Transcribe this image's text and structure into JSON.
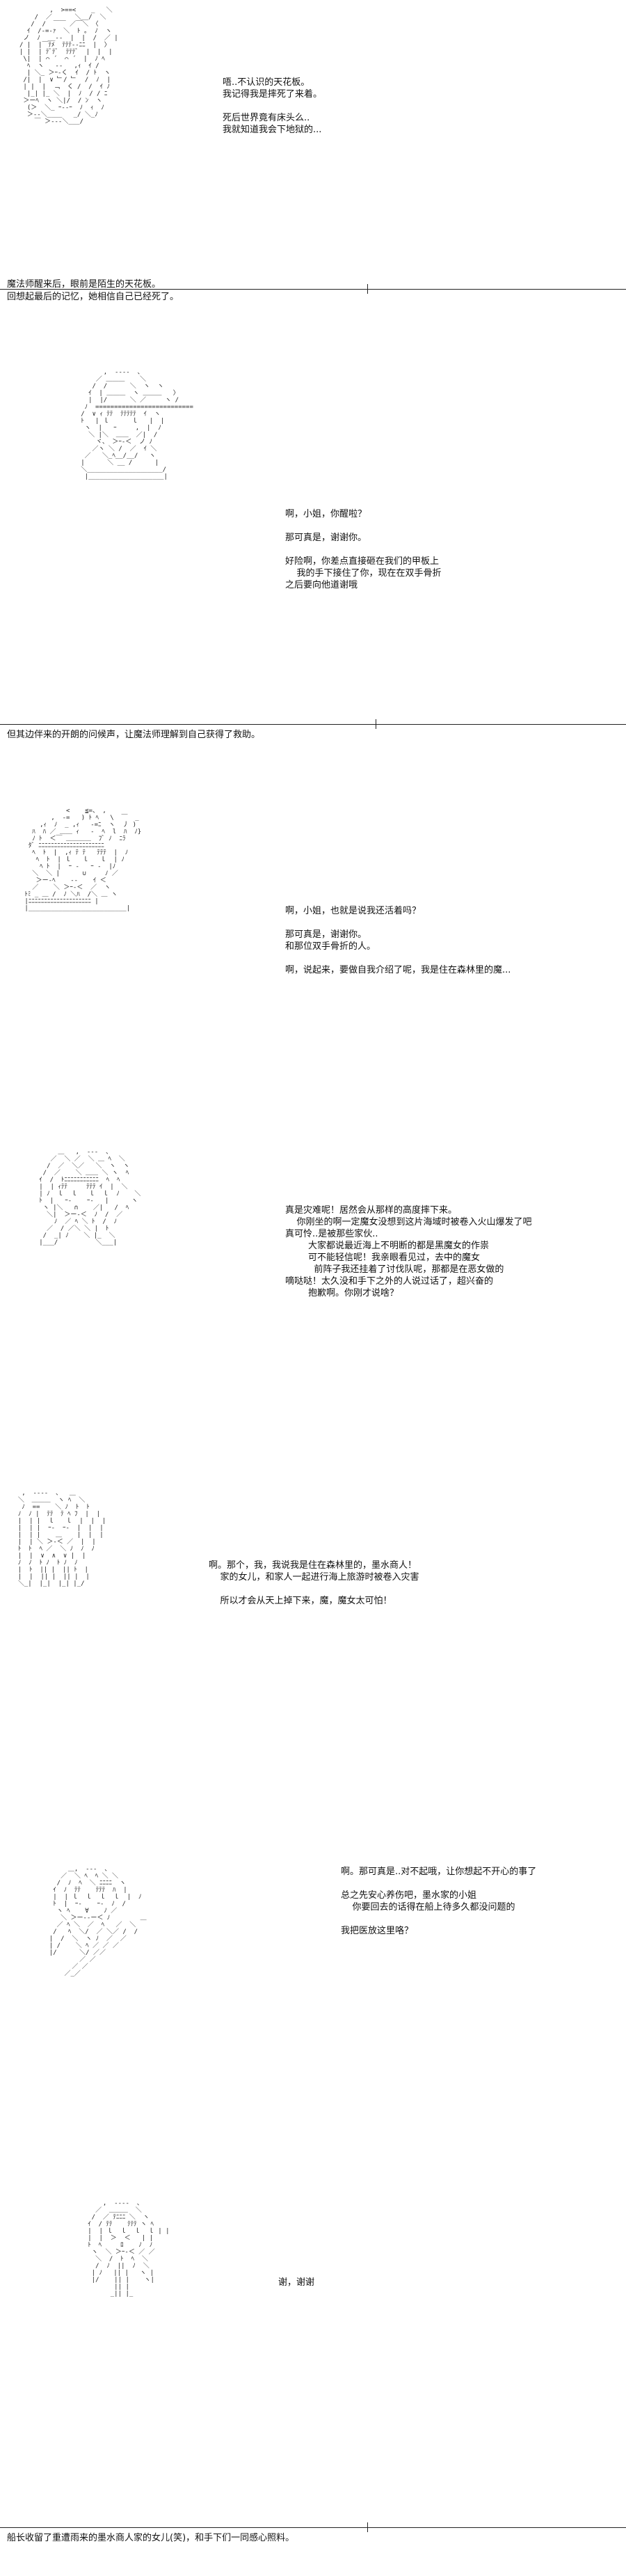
{
  "panels": [
    {
      "art": [
        "        ,  >==<    _   ＼",
        "    /  ／      ＼__/  ＼",
        "   /  /  ￣￣ ／￣＼ 〈",
        "  ｲ  /-=-ｧ  ＼  ﾄ ｡  ﾉ  ヽ",
        " ノ  ﾉ  __--  |  |  /  ／ |",
        "/ |  |￣ﾃﾒ  ﾃﾃﾃ--ﾆﾆ  |  〉",
        "| |  | ﾃﾞﾃﾞ  ﾃﾃﾃﾞ  |  |  |",
        " \\|  | ⌒ ´  ⌒ ´  |  ﾉ ﾍ",
        "  ﾍ  ヽ   ‐‐   ,ｨ  ｲ /",
        "  | ＼_ ＞ｰ-く  ｲ  / ﾄ  ヽ",
        " /|  |  ∨ ﹂/ ﹂  /  ﾉ  |",
        " | |  |  ﹁  く /  /  ｲ ﾉ",
        "  |_| |_ ＼  |  ﾉ  / / ﾆ",
        " ＞ーﾍ  ヽ ＼|/  / ﾝ  ヽ",
        "  (＞  ＼_ ｰ--ｰ  ﾉ  ｨ  ﾉ",
        "  ＞--＼____   _/ ＼_ﾉ",
        "    ￣ ＞---＼___/"
      ],
      "dialog": [
        "唔..不认识的天花板。",
        "我记得我是摔死了来着。",
        "",
        "死后世界竟有床头么..",
        "我就知道我会下地狱的..."
      ],
      "caption": [
        "魔法师醒来后，眼前是陌生的天花板。",
        "回想起最后的记忆，她相信自己已经死了。"
      ]
    },
    {
      "art": [
        "         ,  -‐‐-  、",
        "       ／ ＿＿＿    ＼",
        "      /  /      ＼  ヽ  ヽ",
        "     ｲ  | ＿＿＿  ヽ ＿＿＿   〉",
        "     |  |/      ＼ ／     ヽ /",
        "    ﾉ  ==========================",
        "   /  ∨ ｨ ﾃﾃ  ﾃﾃﾃﾃﾃ  ｲ  ヽ",
        "   ﾄ   | ｌ      ｌ   |  |",
        "    ヽ  |   ｰ     ,  |  ﾉ",
        "     ＼ |＼  ＿＿  ／|  /",
        "       ヾ、 ＞ｰ-＜  ノ ﾉ",
        "      ／ヽ ＼ /  ／  ｲ ＼",
        "    ／   ＼_ﾍ__/__/   ヽ",
        "   |      ＼ __ /      |",
        "   ＼____________________/",
        "    |____________________|"
      ],
      "dialog": [
        "啊，小姐，你醒啦？",
        "",
        "那可真是，谢谢你。",
        "",
        "好险啊，你差点直接砸在我们的甲板上",
        "    我的手下接住了你，现在在双手骨折",
        "之后要向他道谢哦"
      ],
      "caption": [
        "但其边伴来的开朗的问候声，让魔法师理解到自己获得了救助。"
      ]
    },
    {
      "art": [
        "            <    ≦=、 ,",
        "        ,  ‐=   ) ﾄ ﾍ   \\  ￣  _",
        "     ,ｨ  ﾉ  _ ,ｨ   ‐=ﾆ  ヽ  丿 )",
        "   ﾊ  ﾊ ／ ＿＿ ｨ   ‐  ﾍ  l  ﾊ  ﾉ}",
        "   ﾉ ﾄ  ＜￣ ＿＿＿＿  ﾌﾞ ﾉ  ﾆﾗ",
        "  ﾀﾞ ﾆﾆﾆﾆﾆﾆﾆﾆﾆﾆﾆﾆﾆﾆﾆﾆﾆﾆﾆﾆﾆ",
        "   ﾍ  ﾄ  |  ,ｨ ﾃ ﾃ   ﾃﾃﾃ  |  ﾉ",
        "    ﾍ  ﾄ  | ｌ   ｌ   ｌ  | ﾉ",
        "     ﾍ ﾄ  |  ｰ ‐   ｰ ‐  |ﾉ",
        "   ＼  ＼ |      ∪     ﾉ ／",
        "    ＞ー-ﾍ    ‐‐    ｲ ＜",
        "   ／    ＼ ＞ｰ-＜  ／  ヽ",
        " ﾄﾐ _ ＿ /  ﾉ ＼ﾊ  /＼ ＿ ヽ",
        " |ﾆﾆﾆﾆﾆﾆﾆﾆﾆﾆﾆﾆﾆﾆﾆﾆﾆﾆﾆﾆ |",
        " |__________________________|"
      ],
      "dialog": [
        "啊，小姐，也就是说我还活着吗？",
        "",
        "那可真是，谢谢你。",
        "和那位双手骨折的人。",
        "",
        "啊，说起来，要做自我介绍了呢，我是住在森林里的魔..."
      ]
    },
    {
      "art": [
        "        ＿   ,  -‐-  、",
        "      ／  ＼ ／  ＼ ＿ ﾍ  ＼",
        "     /  ／  ＼／   ＼  ヽ  ヽ",
        "    /  ／    ＼ ＿＿ ＼ ヽ  ﾍ",
        "   ｲ  /  ﾄﾆﾆﾆﾆﾆﾆﾆﾆﾆﾆﾆ  ﾍ  ﾍ",
        "   |  | ｨﾃﾃ     ﾃﾃﾃ ｲ  |  ＼",
        "   | ﾉ  ｌ  ｌ   ｌ  ｌ  ﾉ    ＼",
        "   ﾄ  |   ｰ‐    ｰ‐   |      ヽ",
        "    ヽ |＼   ∩    ／|   /  ﾍ",
        "     ＼|  ＞ー-＜  ﾉ  /  ／",
        "       ﾉ  ／ ﾍ ＼ ﾄ  /  ﾉ",
        "     ／  / ／＼ ＼ |  ﾄ",
        "    /  _| ﾉ    ＼ |_  ＼",
        "   |___/          ＼___|"
      ],
      "dialog": [
        "真是灾难呢！居然会从那样的高度摔下来。",
        "    你刚坐的啊一定魔女没想到这片海域时被卷入火山爆发了吧",
        "真可怜..是被那些家伙..",
        "        大家都说最近海上不明断的都是黑魔女的作祟",
        "        可不能轻信呢！我亲眼看见过，去中的魔女",
        "          前阵子我还挂着了讨伐队呢，那都是在恶女做的",
        "嘀哒哒！太久没和手下之外的人说过话了，超兴奋的",
        "        抱歉啊。你刚才说啥？"
      ]
    },
    {
      "art": [
        "   ,  -‐‐-  、  ＿",
        "  ＼  ＿＿＿  ヽ ﾍ  ＼",
        "   ﾉ  ==    ＼ ﾉ  ﾄ  ﾄ",
        "  ﾉ  ﾉ |  ﾃﾃ  ﾃ ﾍ ﾌ  |  |",
        "  |  | |  ｌ   ｌ  |  |  |",
        "  |  | |  ｰ‐  ｰ‐  |  |  |",
        "  |  | |    ＿    |  |  |",
        "  |  | ＼ ＞-＜ ／  |  |",
        "  ﾄ  ﾄ  ﾍ ／  ＼ ﾉ  ﾉ  ﾉ",
        "  |  |  ∨  ∧  ∨ |  |",
        "  ﾉ  ﾉ  ﾄ ﾉ  ﾄ ﾉ  ﾉ",
        "  |  ﾄ  || |  || ﾄ  |",
        "  |  |  || |  || |  |",
        "  ＼_|  |_|  |_| |_/"
      ],
      "dialog": [
        "啊。那个，我，我说我是住在森林里的，墨水商人！",
        "    家的女儿，和家人一起进行海上旅游时被卷入灾害",
        "",
        "    所以才会从天上掉下来，魔，魔女太可怕！"
      ]
    },
    {
      "art": [
        "       ＿,  -‐-  、",
        "     ／  ＼ ﾍ  ﾍ ＼ ＼",
        "    /  ﾉ  ﾍ  ＼ ﾆﾆﾆﾆ  ヽ",
        "   ｲ  ﾉ  ﾃﾃ    ﾃﾃﾃ  ﾊ  |",
        "   |  | ｌ  ｌ  ｌ  ｌ  |  ﾉ",
        "   ﾄ  |  ｰ‐    ｰ‐  ﾉ  /",
        "    ヽ ﾍ    ∀    ﾉ ／",
        "     ＼ ＞ー--ー＜ ﾉ        ＿",
        "    ／ ﾍ ＼  ／  ﾍ   ／  ＼",
        "   /   ﾍ  ＼/  ／ ＼／ /  /",
        "  |  /  ＼  ヽ ﾉ  ／  ／",
        "  | /    ＼ ﾍ ／ ／ ／",
        "  |/      ＼/ ／／",
        "          ／ ／",
        "        ／ ／",
        "      ／_／"
      ],
      "dialog": [
        "啊。那可真是..对不起哦，让你想起不开心的事了",
        "",
        "总之先安心养伤吧，墨水家的小姐",
        "    你要回去的话得在船上待多久都没问题的",
        "",
        "我把医放这里咯？"
      ]
    },
    {
      "art": [
        "       ,  -‐‐-  、",
        "     ／  ＿＿＿  ＼",
        "    /  ／ ﾃﾆﾆﾆ ＼  ヽ",
        "   ｲ  / ﾃﾃ    ﾃﾃﾃ ヽ ﾍ",
        "   |  | ｌ  ｌ  ｌ  ｌ | |",
        "   |  |  ＞  ＜   | |",
        "   ﾄ  ﾍ     ﾛ    ﾉ  ﾉ",
        "    ヽ  ＼ ＞ｰ-＜ ／ ／",
        "     ＼  /  ﾄ  ﾍ  ＼",
        "     /  ﾉ  ||  ﾉ  ＼",
        "    | ﾉ   || |   ヽ |",
        "    |/    || |    ヽ|",
        "          || |",
        "         _|| |_"
      ],
      "dialog": [
        "谢，谢谢"
      ],
      "caption": [
        "船长收留了重遭雨来的墨水商人家的女儿(笑)，和手下们一同感心照料。"
      ]
    }
  ]
}
